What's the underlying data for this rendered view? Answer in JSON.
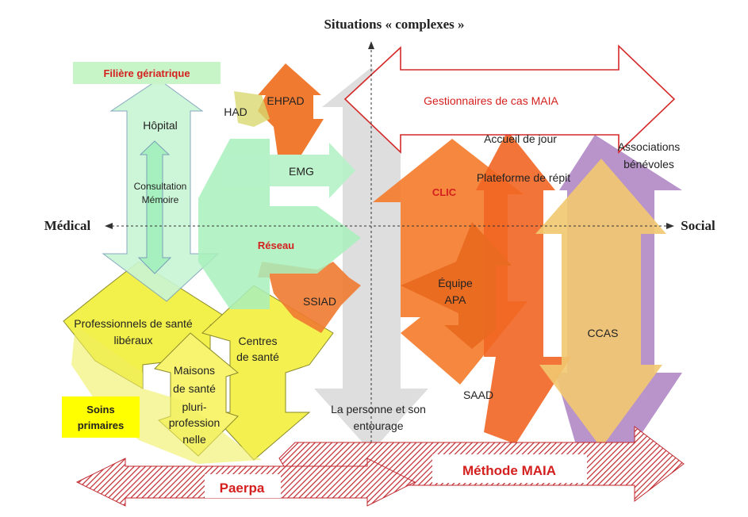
{
  "axes": {
    "top": "Situations « complexes »",
    "left": "Médical",
    "right": "Social"
  },
  "labels": {
    "filiere": "Filière gériatrique",
    "had": "HAD",
    "ehpad": "EHPAD",
    "hopital": "Hôpital",
    "consultation_line1": "Consultation",
    "consultation_line2": "Mémoire",
    "emg": "EMG",
    "reseau": "Réseau",
    "ssiad": "SSIAD",
    "pro_line1": "Professionnels de santé",
    "pro_line2": "libéraux",
    "centres_line1": "Centres",
    "centres_line2": "de santé",
    "maisons_line1": "Maisons",
    "maisons_line2": "de santé",
    "maisons_line3": "pluri-",
    "maisons_line4": "profession",
    "maisons_line5": "nelle",
    "soins_line1": "Soins",
    "soins_line2": "primaires",
    "personne_line1": "La personne et son",
    "personne_line2": "entourage",
    "gestionnaires": "Gestionnaires de cas MAIA",
    "clic": "CLIC",
    "accueil_line1": "Accueil de jour",
    "accueil_line2": "Plateforme de répit",
    "associations_line1": "Associations",
    "associations_line2": "bénévoles",
    "equipe_line1": "Équipe",
    "equipe_line2": "APA",
    "ccas": "CCAS",
    "saad": "SAAD",
    "paerpa": "Paerpa",
    "methode": "Méthode MAIA"
  },
  "colors": {
    "orange": "#f47a2a",
    "orange_light": "#f8a060",
    "red": "#c0282e",
    "green_light": "#d4f7dc",
    "green_fill": "#a4f0b8",
    "yellow": "#f4f050",
    "yellow_badge": "#ffff00",
    "purple": "#b48ec8",
    "tan": "#f2c870",
    "grey": "#d8d8d8"
  }
}
